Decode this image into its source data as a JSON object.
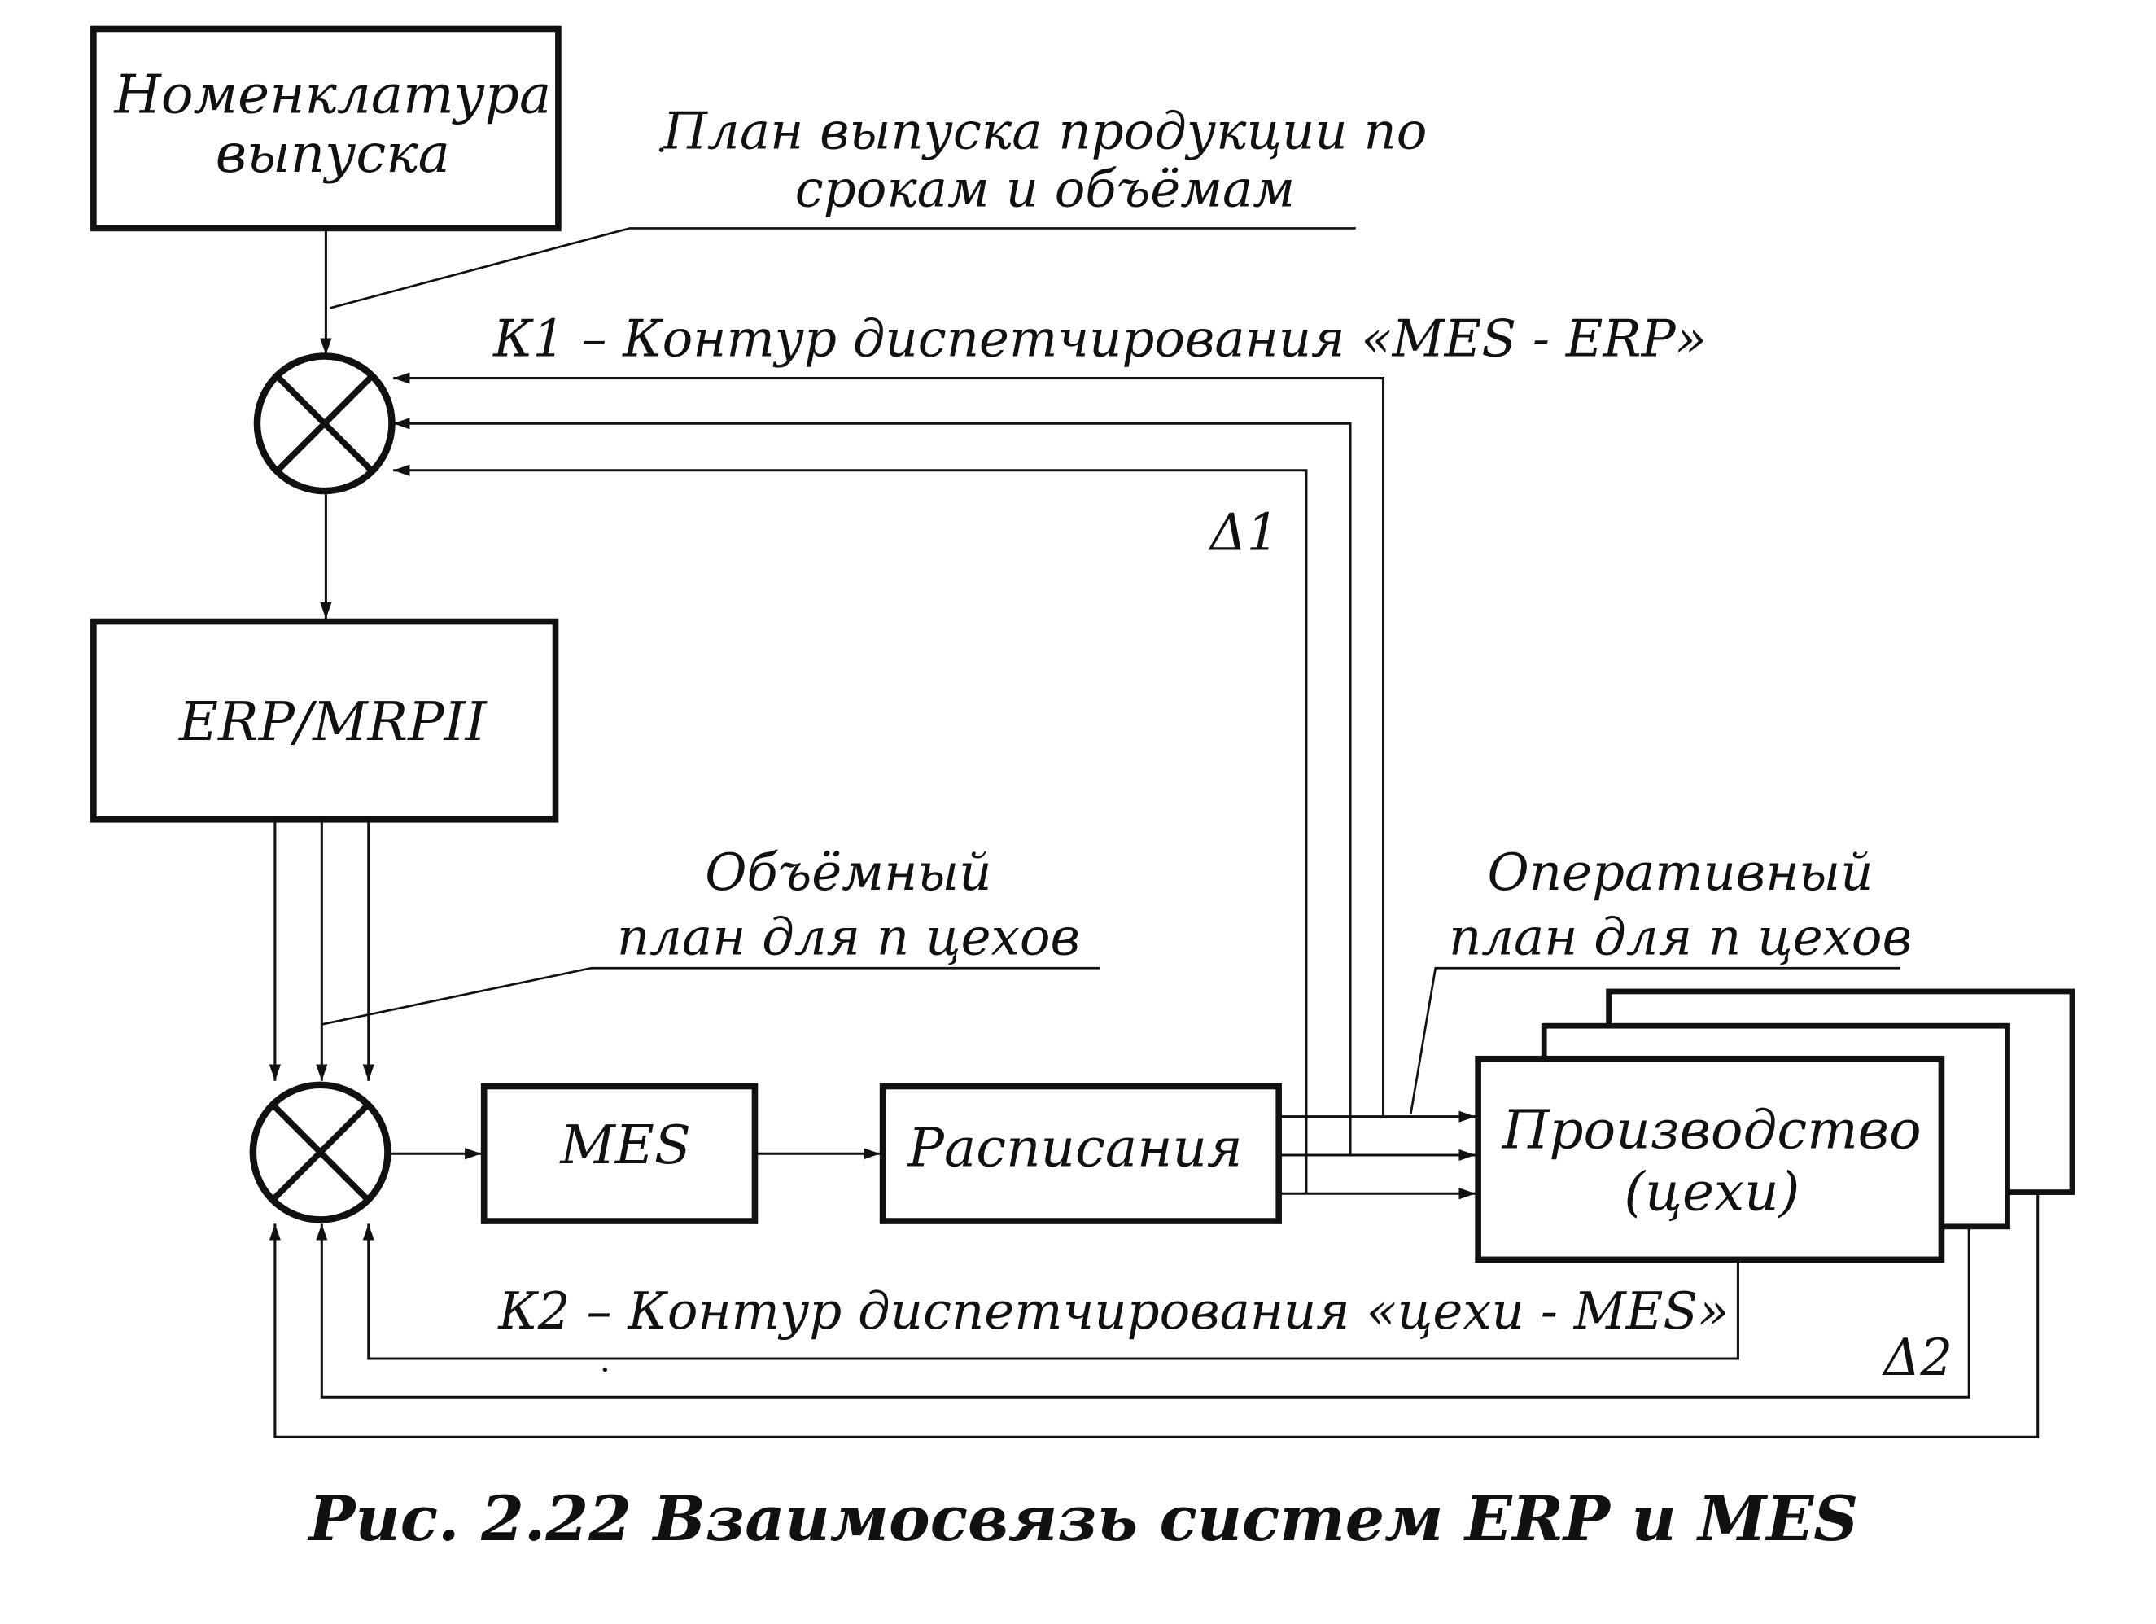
{
  "boxes": {
    "nomenclature": [
      "Номенклатура",
      "выпуска"
    ],
    "erp": "ERP/MRPII",
    "mes": "MES",
    "schedules": "Расписания",
    "production": [
      "Производство",
      "(цехи)"
    ]
  },
  "labels": {
    "release_plan": [
      "План выпуска продукции по",
      "срокам и объёмам"
    ],
    "k1": "К1 – Контур диспетчирования «MES - ERP»",
    "delta1": "Δ1",
    "volume_plan": [
      "Объёмный",
      "план для n цехов"
    ],
    "operative_plan": [
      "Оперативный",
      "план для n цехов"
    ],
    "k2": "К2 – Контур диспетчирования «цехи - MES»",
    "delta2": "Δ2"
  },
  "caption": "Рис. 2.22 Взаимосвязь систем ERP и MES"
}
